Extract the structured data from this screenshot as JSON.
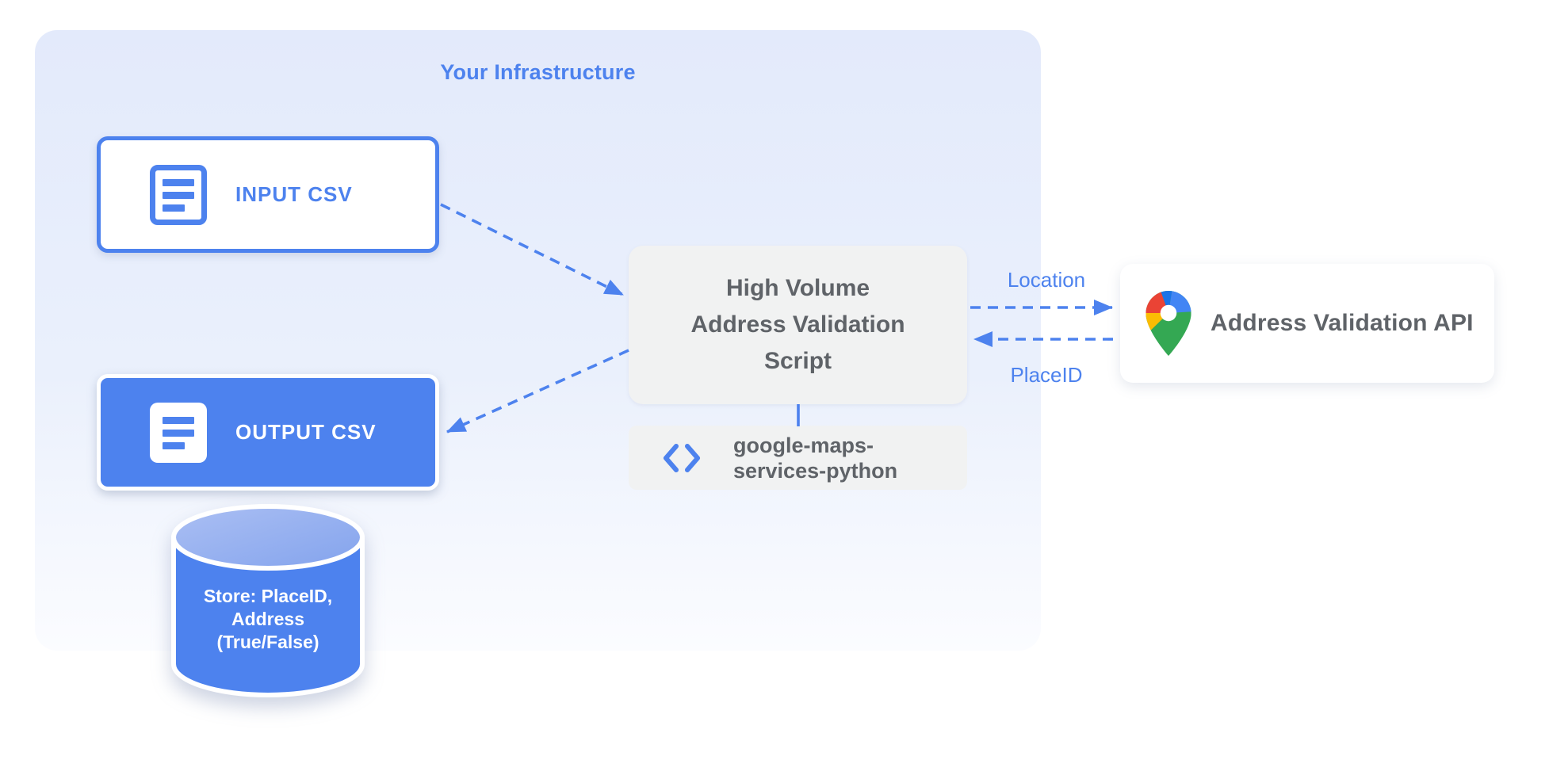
{
  "diagram_title": "Your Infrastructure",
  "colors": {
    "accent_blue": "#4D82EE",
    "container_fill": "#E3EAFB",
    "gray_box_fill": "#F1F2F2",
    "gray_text": "#5F6368",
    "pin_red": "#EA4335",
    "pin_blue": "#4285F4",
    "pin_dark_blue": "#1A73E8",
    "pin_yellow": "#FBBC04",
    "pin_green": "#34A853"
  },
  "nodes": {
    "input_csv": {
      "label": "INPUT CSV",
      "icon": "document-icon"
    },
    "output_csv": {
      "label": "OUTPUT CSV",
      "icon": "document-icon"
    },
    "datastore": {
      "lines": [
        "Store: PlaceID,",
        "Address",
        "(True/False)"
      ]
    },
    "script": {
      "lines": [
        "High Volume",
        "Address Validation",
        "Script"
      ]
    },
    "library": {
      "lines": [
        "google-maps-",
        "services-python"
      ],
      "icon": "code-icon"
    },
    "api": {
      "label": "Address Validation API",
      "icon": "google-maps-pin-icon"
    }
  },
  "edge_labels": {
    "location": "Location",
    "placeid": "PlaceID"
  }
}
